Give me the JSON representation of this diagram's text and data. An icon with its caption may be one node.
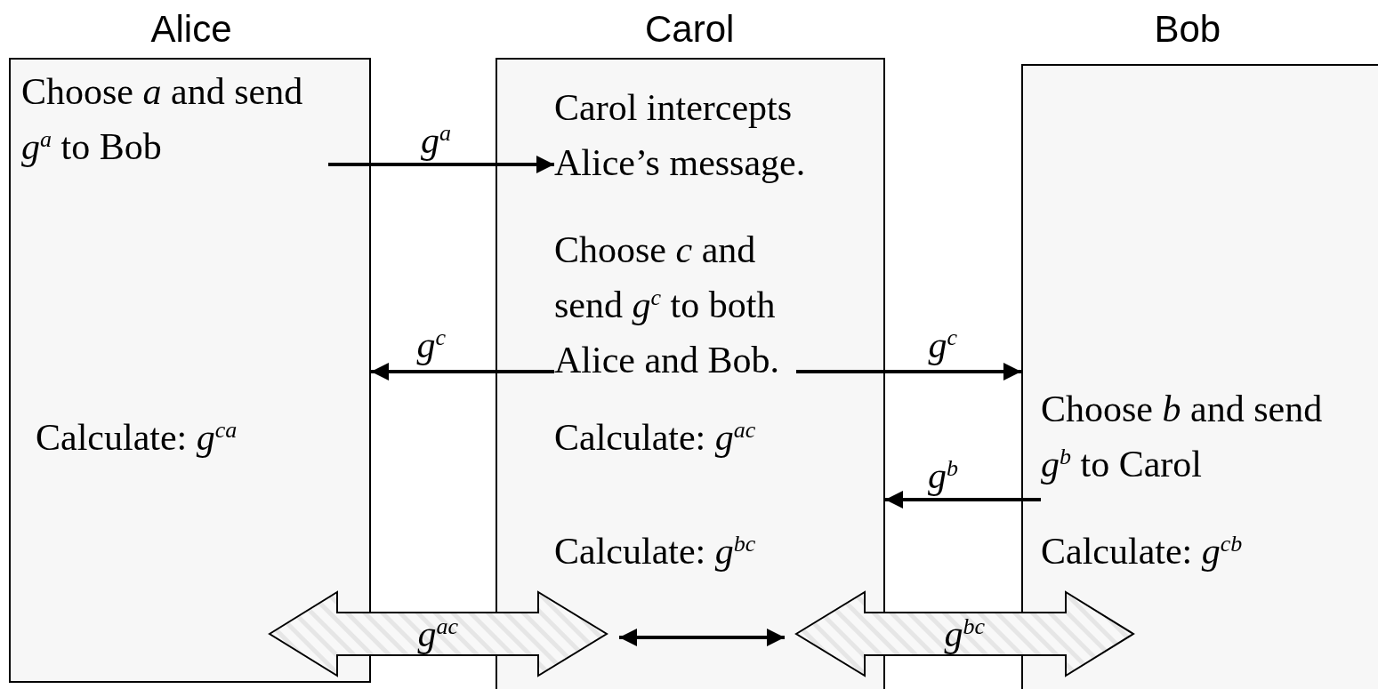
{
  "diagram": {
    "nodes": [
      {
        "text": [
          "Alice"
        ]
      },
      {
        "text": [
          "Carol"
        ]
      },
      {
        "text": [
          "Bob"
        ]
      },
      {
        "text": [
          "Choose *a* and send *g*$^{a}$ to Bob"
        ],
        "in": 0
      },
      {
        "text": [
          "Carol intercepts Alice’s message."
        ],
        "in": 1
      },
      {
        "text": [
          "Choose *c* and send *g*$^{c}$ to both Alice and Bob."
        ],
        "in": 1
      },
      {
        "text": [
          "Calculate: *g*$^{ca}$"
        ],
        "in": 0
      },
      {
        "text": [
          "Calculate: *g*$^{ac}$"
        ],
        "in": 1
      },
      {
        "text": [
          "Choose *b* and send *g*$^{b}$ to Carol"
        ],
        "in": 2
      },
      {
        "text": [
          "Calculate: *g*$^{bc}$"
        ],
        "in": 1
      },
      {
        "text": [
          "Calculate: *g*$^{cb}$"
        ],
        "in": 2
      },
      {
        "text": [
          "*g*$^{ac}$"
        ]
      },
      {
        "text": [
          "*g*$^{bc}$"
        ]
      }
    ],
    "edges": [
      {
        "from": 3,
        "to": 4,
        "arrow": "to",
        "label": "*g*$^{a}$"
      },
      {
        "from": 5,
        "to": 0,
        "arrow": "to",
        "label": "*g*$^{c}$"
      },
      {
        "from": 5,
        "to": 2,
        "arrow": "to",
        "label": "*g*$^{c}$"
      },
      {
        "from": 8,
        "to": 1,
        "arrow": "to",
        "label": "*g*$^{b}$"
      },
      {
        "from": 11,
        "to": 12,
        "arrow": "both"
      }
    ]
  }
}
